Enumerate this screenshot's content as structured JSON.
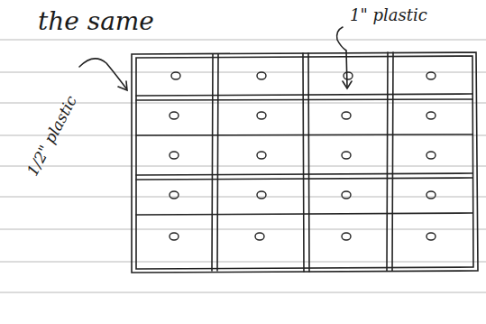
{
  "diagram": {
    "labels": [
      "the same",
      "1\" plastic",
      "1/2\" plastic"
    ]
  }
}
